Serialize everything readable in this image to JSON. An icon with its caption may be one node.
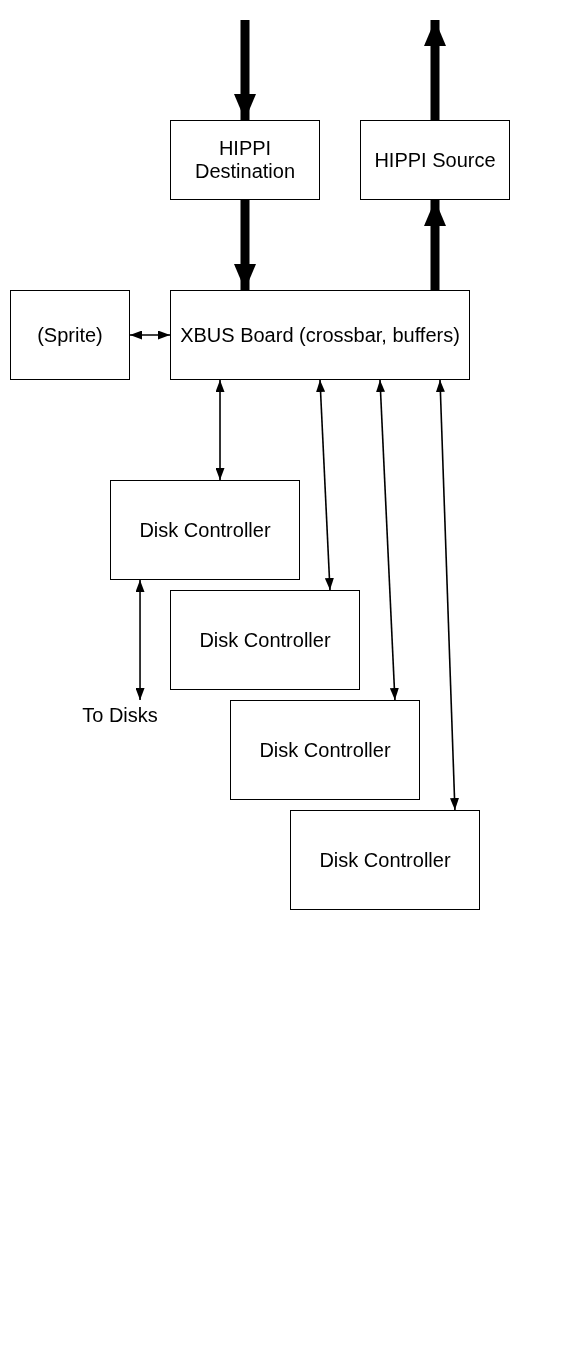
{
  "diagram": {
    "nodes": [
      {
        "text": [
          "To Disks"
        ]
      },
      {
        "text": [
          "HIPPI Destination"
        ]
      },
      {
        "text": [
          "HIPPI Source"
        ]
      },
      {
        "text": [
          "XBUS Board (crossbar, buffers)"
        ]
      },
      {
        "text": [
          "Disk Controller"
        ]
      },
      {
        "text": [
          "Disk Controller"
        ]
      },
      {
        "text": [
          "Disk Controller"
        ]
      },
      {
        "text": [
          "Disk Controller"
        ]
      },
      {
        "text": [
          "(Sprite)"
        ]
      }
    ],
    "edges": [
      {
        "from": null,
        "to": 1,
        "arrow": "to",
        "style": "thick"
      },
      {
        "from": 1,
        "to": 3,
        "arrow": "to",
        "style": "thick"
      },
      {
        "from": 3,
        "to": 2,
        "arrow": "to",
        "style": "thick"
      },
      {
        "from": 2,
        "to": null,
        "arrow": "to",
        "style": "thick"
      },
      {
        "from": 4,
        "to": 0,
        "arrow": "both"
      },
      {
        "from": 3,
        "to": 4,
        "arrow": "both"
      },
      {
        "from": 3,
        "to": 5,
        "arrow": "both"
      },
      {
        "from": 3,
        "to": 6,
        "arrow": "both"
      },
      {
        "from": 3,
        "to": 7,
        "arrow": "both"
      },
      {
        "from": 3,
        "to": 8,
        "arrow": "both"
      }
    ]
  }
}
